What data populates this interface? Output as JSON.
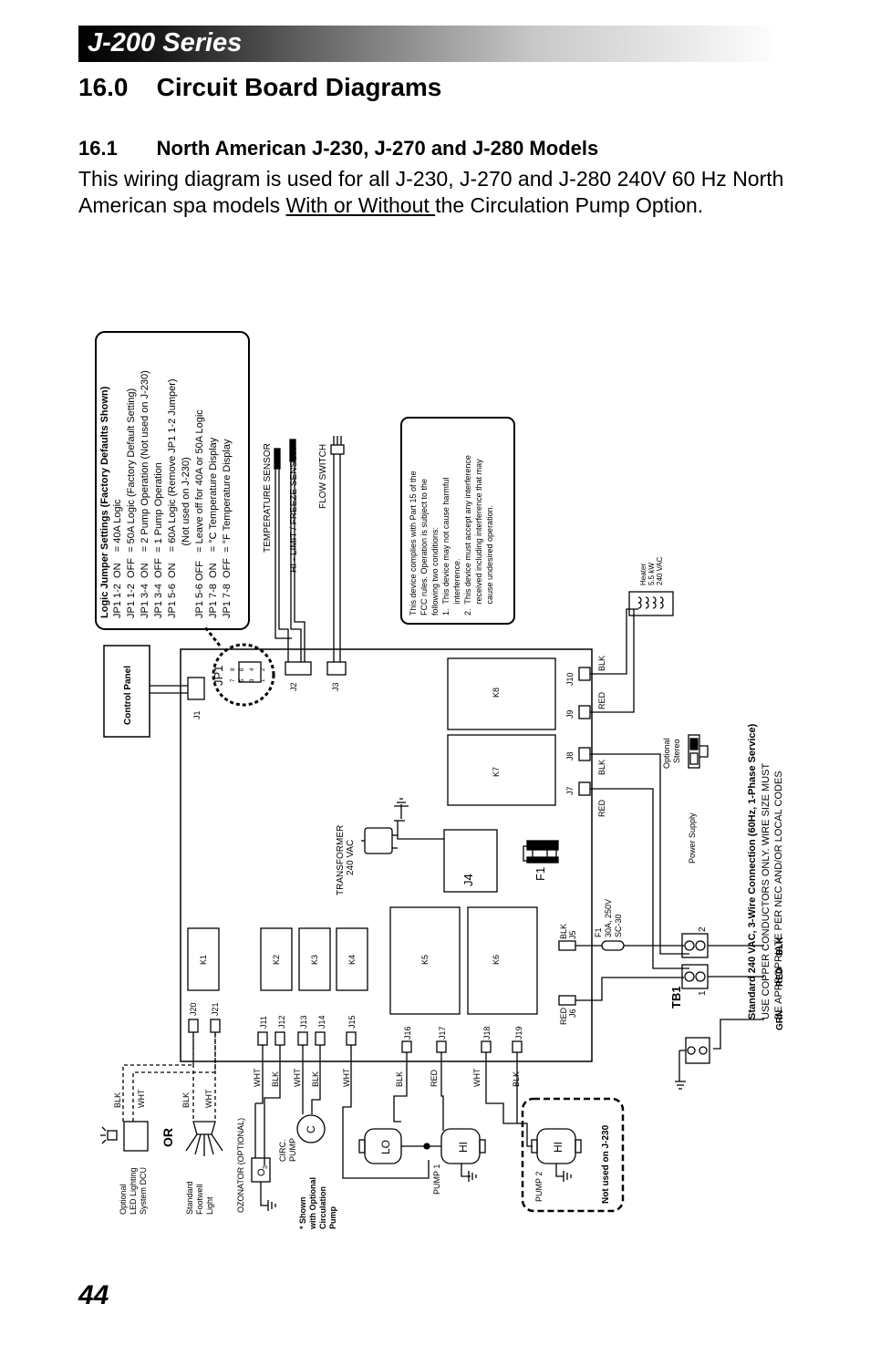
{
  "header": {
    "series": "J-200 Series"
  },
  "section": {
    "number": "16.0",
    "title": "Circuit Board Diagrams"
  },
  "subsection": {
    "number": "16.1",
    "title": "North American J-230, J-270 and J-280 Models"
  },
  "intro": {
    "part1": "This wiring diagram is used for all J-230, J-270 and J-280 240V 60 Hz North American spa models ",
    "underlined": "With or Without ",
    "part2": "the Circulation Pump Option."
  },
  "page_number": "44",
  "jumper_box": {
    "title": "Logic Jumper Settings (Factory Defaults Shown)",
    "lines": [
      "JP1 1-2  ON    = 40A Logic",
      "JP1 1-2  OFF  = 50A Logic (Factory Default Setting)",
      "JP1 3-4  ON    = 2 Pump Operation (Not used on J-230)",
      "JP1 3-4  OFF  = 1 Pump Operation",
      "JP1 5-6  ON    = 60A Logic (Remove JP1 1-2 Jumper)",
      "                          (Not used on J-230)",
      "JP1 5-6 OFF   = Leave off for 40A or 50A Logic",
      "JP1 7-8  ON    = °C Temperature Display",
      "JP1 7-8  OFF  = °F Temperature Display"
    ]
  },
  "fcc_box": {
    "lines": [
      "This device complies with Part 15 of the",
      "FCC rules. Operation is subject to the",
      "following two conditions:",
      "1.  This device may not cause harmful",
      "     interference.",
      "2.  This device must accept any interference",
      "     received including interference that may",
      "     cause undesired operation."
    ]
  },
  "sensors": {
    "temperature": "TEMPERATURE  SENSOR",
    "hilimit": "HI - LIMIT / FREEZE  SENSOR",
    "flow": "FLOW SWITCH"
  },
  "heater": {
    "l1": "Heater",
    "l2": "5.5 kW",
    "l3": "240 VAC"
  },
  "supply": {
    "title": "Standard 240 VAC, 3-Wire Connection (60Hz, 1-Phase Service)",
    "l2": "USE COPPER CONDUCTORS ONLY.  WIRE SIZE MUST",
    "l3": "BE APPROPRIATE PER NEC AND/OR LOCAL CODES"
  },
  "board": {
    "control_panel": "Control Panel",
    "jp1": "JP1",
    "connectors": {
      "j1": "J1",
      "j2": "J2",
      "j3": "J3",
      "j4": "J4",
      "j5": "J5",
      "j6": "J6",
      "j7": "J7",
      "j8": "J8",
      "j9": "J9",
      "j10": "J10",
      "j11": "J11",
      "j12": "J12",
      "j13": "J13",
      "j14": "J14",
      "j15": "J15",
      "j16": "J16",
      "j17": "J17",
      "j18": "J18",
      "j19": "J19",
      "j20": "J20",
      "j21": "J21"
    },
    "relays": {
      "k1": "K1",
      "k2": "K2",
      "k3": "K3",
      "k4": "K4",
      "k5": "K5",
      "k6": "K6",
      "k7": "K7",
      "k8": "K8"
    },
    "transformer": "TRANSFORMER",
    "transformer_v": "240 VAC",
    "f1": "F1",
    "f1_spec": "F1",
    "f1_spec2": "30A, 250V",
    "f1_spec3": "SC-30",
    "power_supply": "Power Supply",
    "optional": "Optional",
    "stereo": "Stereo",
    "tb1": "TB1",
    "tb1_1": "1",
    "tb1_2": "2",
    "pins": [
      "8",
      "7",
      "6",
      "5",
      "4",
      "3",
      "2",
      "1"
    ]
  },
  "wires": {
    "blk": "BLK",
    "red": "RED",
    "wht": "WHT",
    "grn": "GRN"
  },
  "terminals": {
    "red": "RED",
    "blk": "BLK",
    "grn": "GRN"
  },
  "loads": {
    "led": [
      "Optional",
      "LED Lighting",
      "System DCU"
    ],
    "footwell": [
      "Standard",
      "Footwell",
      "Light"
    ],
    "or": "OR",
    "ozonator": "OZONATOR (OPTIONAL)",
    "o3": "O",
    "o3sub": "3",
    "circ": [
      "CIRC.",
      "PUMP"
    ],
    "c": "C",
    "shown": [
      "* Shown",
      "with Optional",
      "Circulation",
      "Pump"
    ],
    "lo": "LO",
    "hi": "HI",
    "pump1": "PUMP 1",
    "pump2": "PUMP 2",
    "not_used": "Not used on J-230"
  }
}
